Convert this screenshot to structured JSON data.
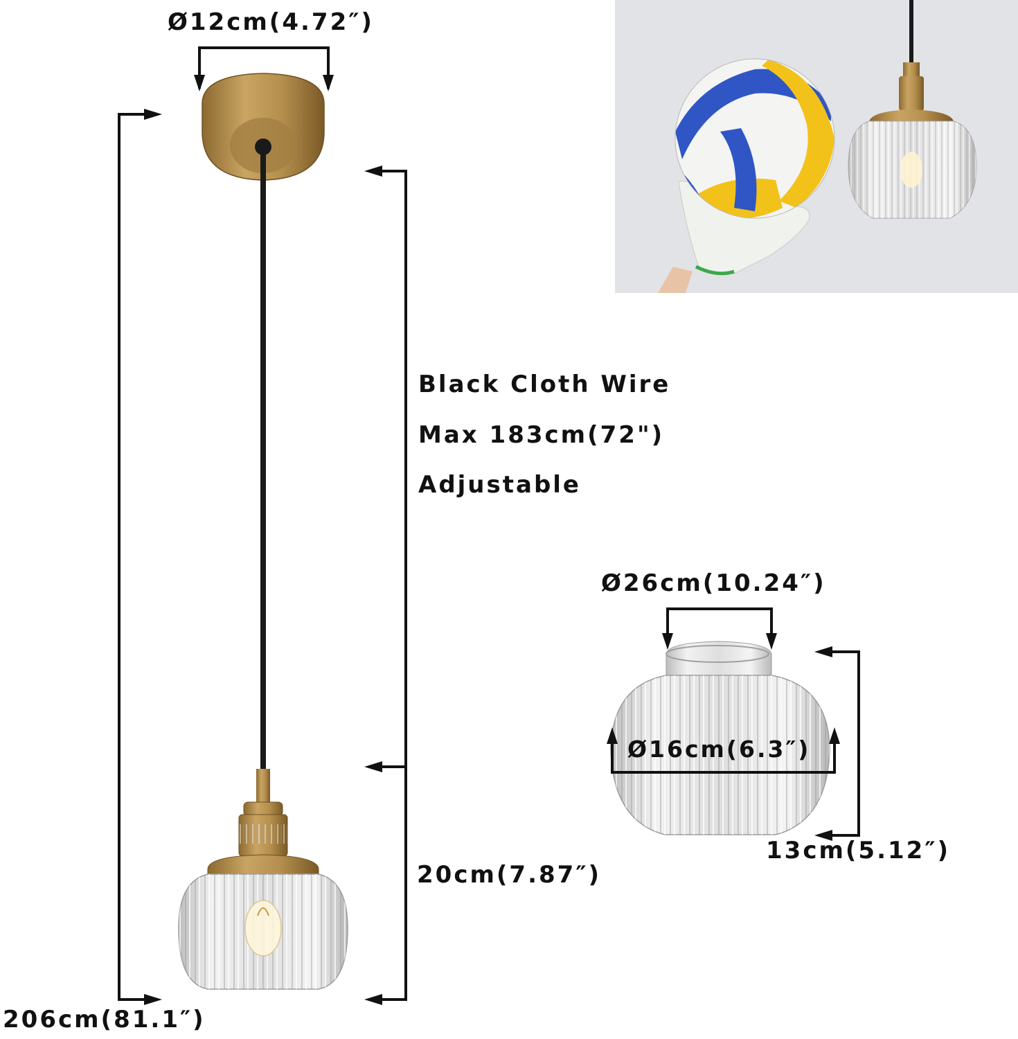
{
  "dimensions": {
    "canopy_diameter": "Ø12cm(4.72″)",
    "total_height": "206cm(81.1″)",
    "wire_line1": "Black Cloth Wire",
    "wire_line2": "Max 183cm(72\")",
    "wire_line3": "Adjustable",
    "lamp_height": "20cm(7.87″)",
    "shade_top_diameter": "Ø26cm(10.24″)",
    "shade_opening_diameter": "Ø16cm(6.3″)",
    "shade_height": "13cm(5.12″)"
  },
  "colors": {
    "brass": "#b08a4a",
    "wire": "#1a1a1a",
    "glass": "#e4e4e4",
    "volleyball_yellow": "#f2c21a",
    "volleyball_blue": "#2f56c4",
    "photo_background": "#dcdde1"
  }
}
